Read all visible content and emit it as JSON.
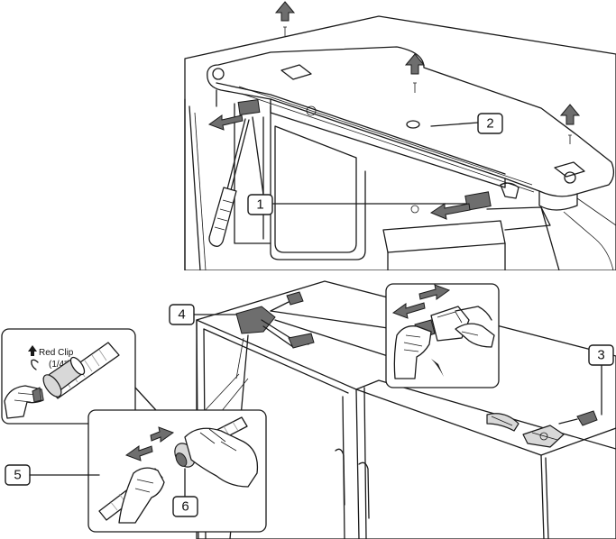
{
  "callouts": [
    "1",
    "2",
    "3",
    "4",
    "5",
    "6"
  ],
  "inset_text": {
    "clip_label": "Red Clip",
    "clip_size": "(1/4\")"
  },
  "icons": [
    "up-arrow-icon",
    "double-arrow-icon",
    "screwdriver-icon",
    "hand-icon"
  ],
  "colors": {
    "ink": "#1a1a1a",
    "paper": "#ffffff",
    "shade": "#d8d8d8"
  }
}
